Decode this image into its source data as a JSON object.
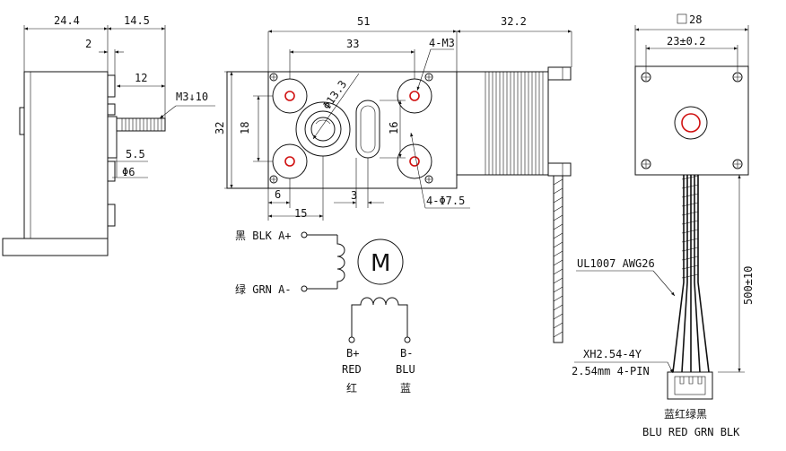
{
  "side_view": {
    "dim_total_left": "24.4",
    "dim_total_right": "14.5",
    "dim_2": "2",
    "dim_12": "12",
    "dim_m3": "M3↓10",
    "dim_5_5": "5.5",
    "dim_phi6": "Φ6"
  },
  "front_view": {
    "dim_51": "51",
    "dim_32_2": "32.2",
    "dim_33": "33",
    "dim_4m3": "4-M3",
    "dim_phi13_3": "Φ13.3",
    "dim_32": "32",
    "dim_18": "18",
    "dim_16": "16",
    "dim_6": "6",
    "dim_3": "3",
    "dim_15": "15",
    "dim_4phi7_5": "4-Φ7.5"
  },
  "wiring": {
    "motor_symbol": "M",
    "a_plus": "黑 BLK A+",
    "a_minus": "绿 GRN A-",
    "b_plus": "B+",
    "b_plus_color_en": "RED",
    "b_plus_color_cn": "红",
    "b_minus": "B-",
    "b_minus_color_en": "BLU",
    "b_minus_color_cn": "蓝"
  },
  "end_view": {
    "dim_square": "28",
    "dim_23": "23±0.2",
    "dim_500": "500±10",
    "cable_spec": "UL1007 AWG26",
    "connector_type": "XH2.54-4Y",
    "connector_pitch": "2.54mm 4-PIN",
    "pin_colors_cn": "蓝红绿黑",
    "pin_colors_en": "BLU RED GRN BLK"
  },
  "colors": {
    "line": "#111111",
    "hole_accent": "#d01010"
  }
}
